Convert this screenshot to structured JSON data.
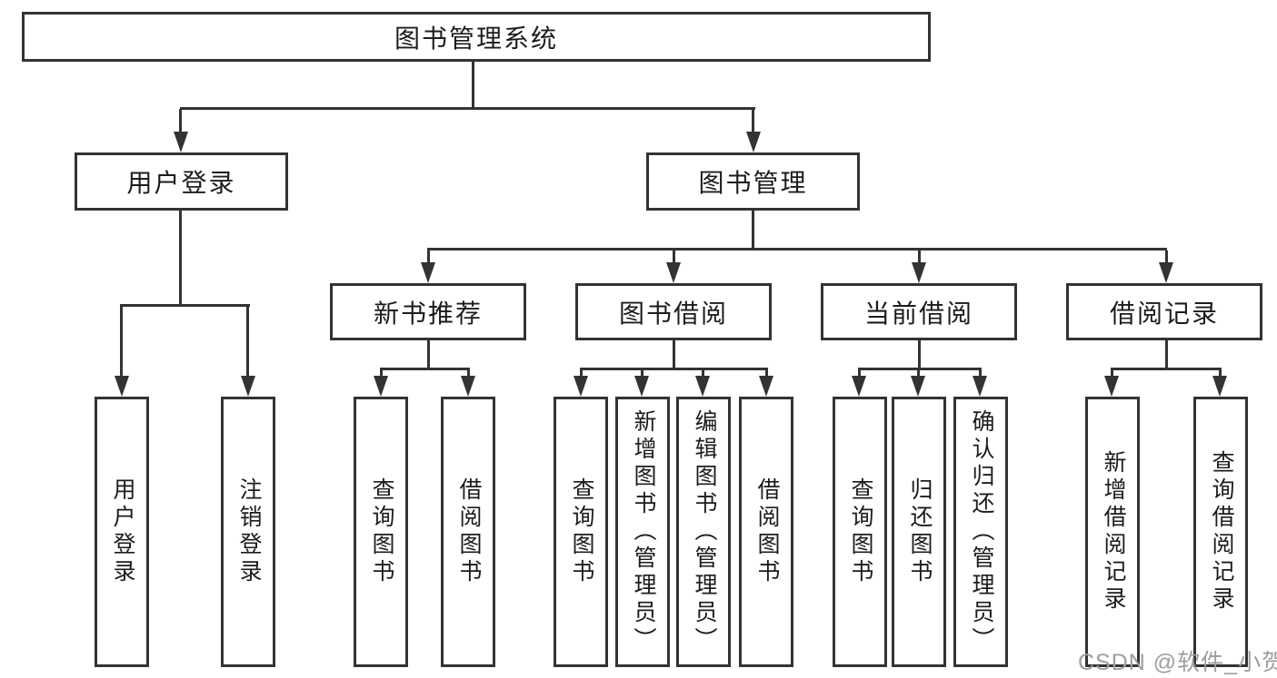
{
  "tree": {
    "root": "图书管理系统",
    "branches": [
      {
        "label": "用户登录",
        "children": [
          "用户登录",
          "注销登录"
        ]
      },
      {
        "label": "图书管理",
        "sections": [
          {
            "label": "新书推荐",
            "children": [
              "查询图书",
              "借阅图书"
            ]
          },
          {
            "label": "图书借阅",
            "children": [
              "查询图书",
              "新增图书（管理员）",
              "编辑图书（管理员）",
              "借阅图书"
            ]
          },
          {
            "label": "当前借阅",
            "children": [
              "查询图书",
              "归还图书",
              "确认归还（管理员）"
            ]
          },
          {
            "label": "借阅记录",
            "children": [
              "新增借阅记录",
              "查询借阅记录"
            ]
          }
        ]
      }
    ]
  },
  "watermark": "CSDN @软件_小贺同学",
  "colors": {
    "line": "#333333",
    "text": "#1c1c1c",
    "watermark": "#9e9e9e",
    "background": "#ffffff"
  }
}
